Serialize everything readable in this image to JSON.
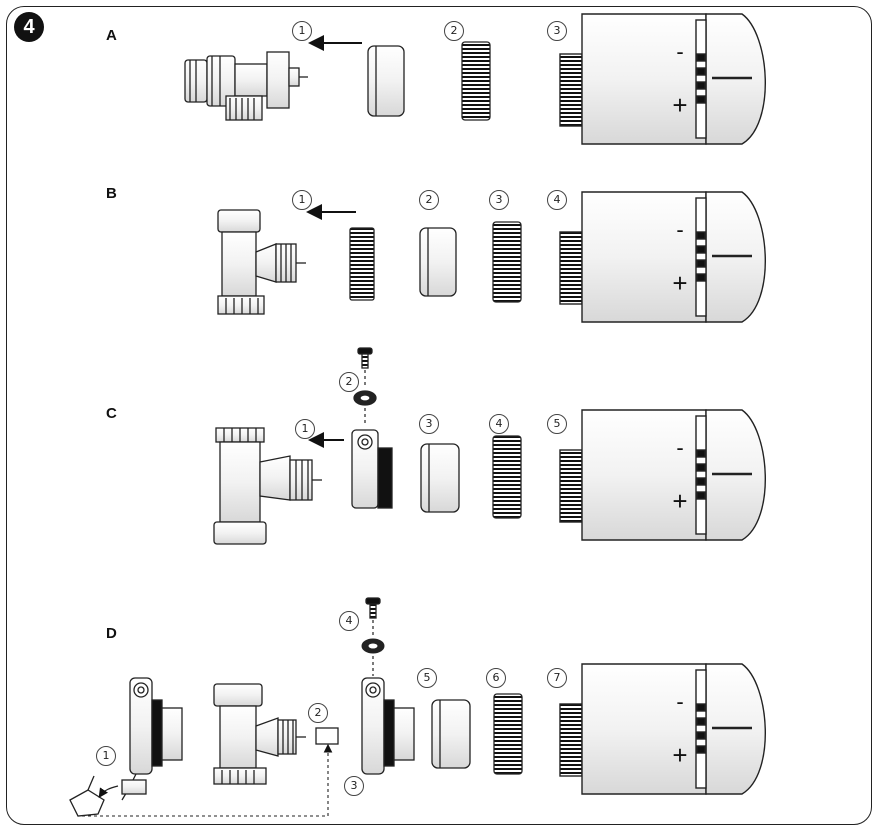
{
  "step_badge": "4",
  "rows": [
    {
      "label": "A",
      "numbers": [
        "1",
        "2",
        "3"
      ]
    },
    {
      "label": "B",
      "numbers": [
        "1",
        "2",
        "3",
        "4"
      ]
    },
    {
      "label": "C",
      "numbers": [
        "1",
        "2",
        "3",
        "4",
        "5"
      ]
    },
    {
      "label": "D",
      "numbers": [
        "1",
        "2",
        "3",
        "4",
        "5",
        "6",
        "7"
      ]
    }
  ],
  "head_symbols": {
    "minus": "-",
    "plus": "+"
  }
}
